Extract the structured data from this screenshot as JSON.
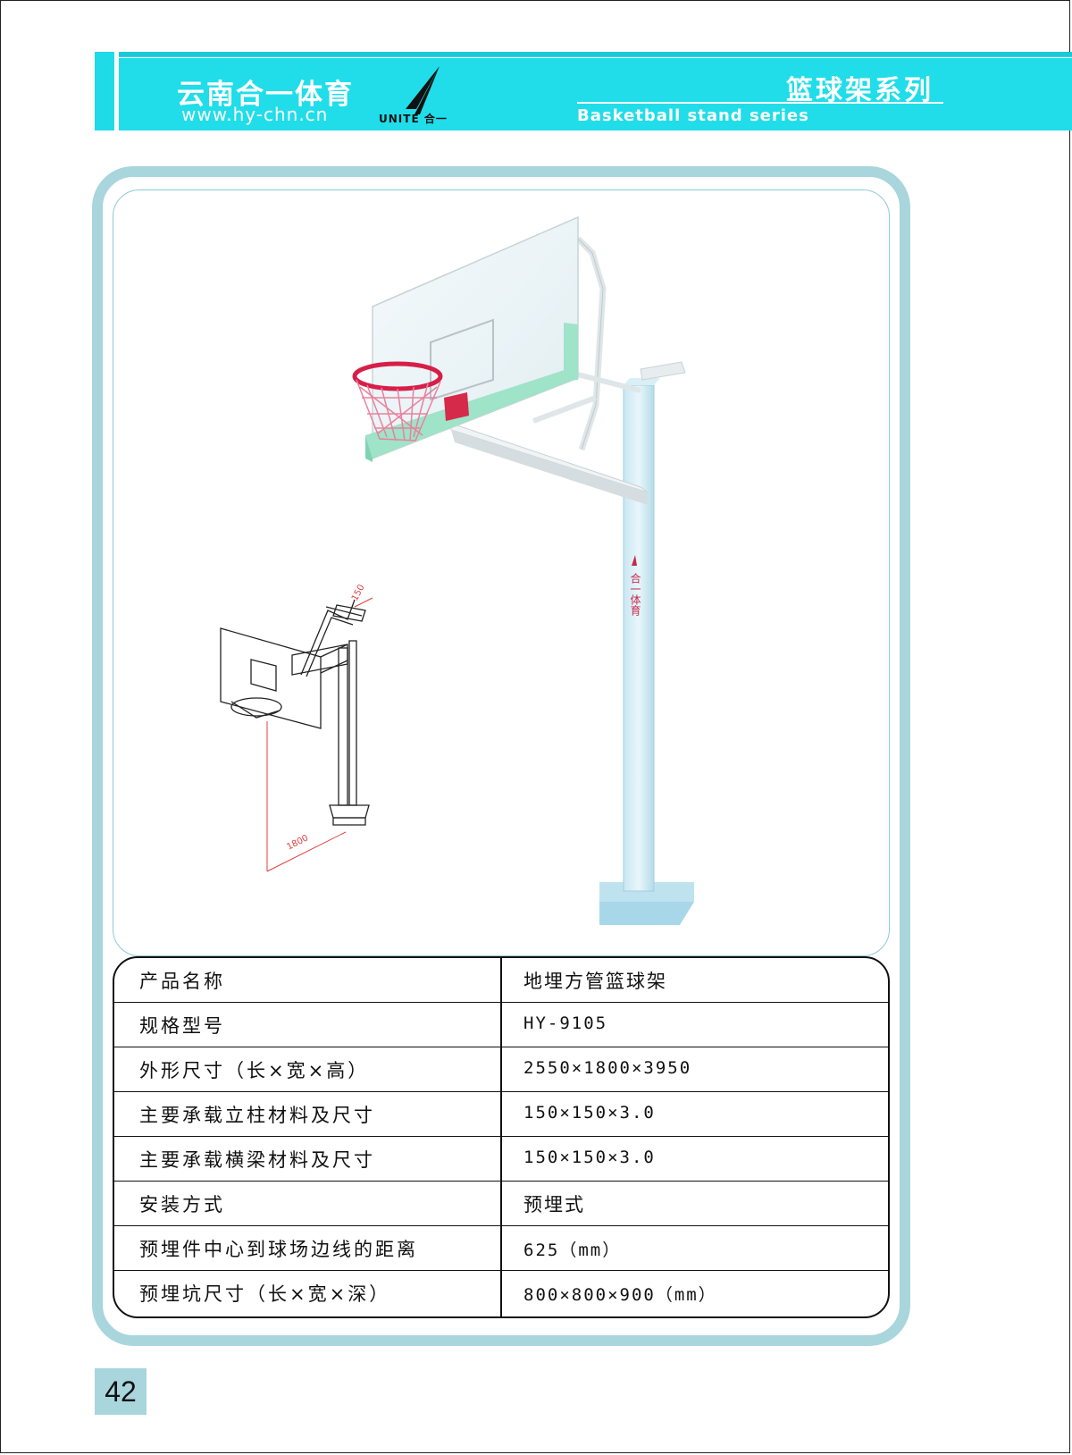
{
  "header": {
    "brand_cn": "云南合一体育",
    "brand_url": "www.hy-chn.cn",
    "logo_text": "UNITE 合一",
    "series_cn": "篮球架系列",
    "series_en": "Basketball stand series",
    "accent_color": "#20dde9"
  },
  "image": {
    "pole_label": "合一体育",
    "dim_top": "150",
    "dim_bottom": "1800"
  },
  "specs": {
    "rows": [
      {
        "label": "产品名称",
        "value": "地埋方管篮球架"
      },
      {
        "label": "规格型号",
        "value": "HY-9105"
      },
      {
        "label": "外形尺寸（长×宽×高）",
        "value": "2550×1800×3950"
      },
      {
        "label": "主要承载立柱材料及尺寸",
        "value": "150×150×3.0"
      },
      {
        "label": "主要承载横梁材料及尺寸",
        "value": "150×150×3.0"
      },
      {
        "label": "安装方式",
        "value": "预埋式"
      },
      {
        "label": "预埋件中心到球场边线的距离",
        "value": "625（mm）"
      },
      {
        "label": "预埋坑尺寸（长×宽×深）",
        "value": "800×800×900（mm）"
      }
    ]
  },
  "page": {
    "number": "42"
  }
}
